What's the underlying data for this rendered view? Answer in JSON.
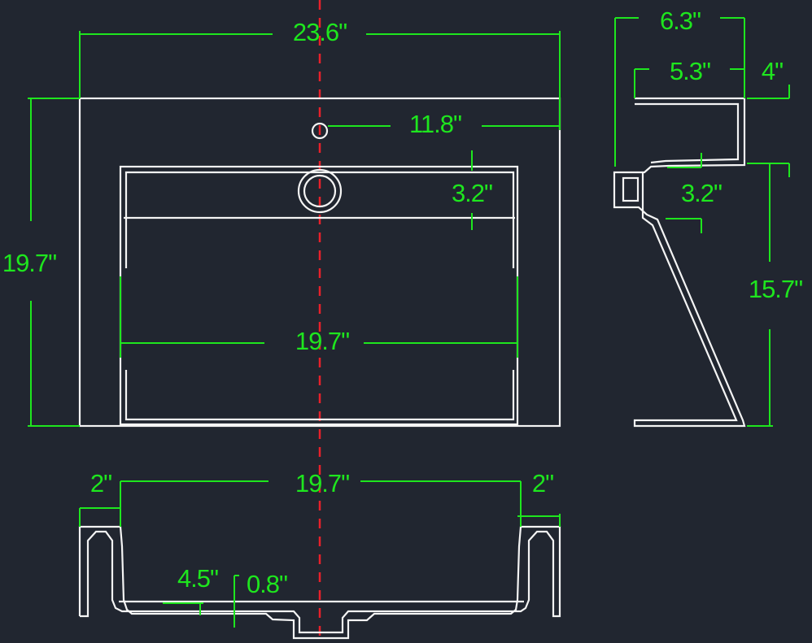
{
  "colors": {
    "background": "#212630",
    "outline": "#f4f4f4",
    "dimension": "#1ee61e",
    "centerline": "#e8202a"
  },
  "front_view": {
    "overall_width": "23.6\"",
    "overall_height": "19.7\"",
    "faucet_hole_offset": "11.8\"",
    "basin_top_depth": "3.2\"",
    "basin_width": "19.7\""
  },
  "side_view": {
    "overall_depth": "6.3\"",
    "top_depth": "5.3\"",
    "top_thickness": "4\"",
    "bracket_height": "3.2\"",
    "leg_height": "15.7\""
  },
  "bottom_view": {
    "left_wall": "2\"",
    "basin_width": "19.7\"",
    "right_wall": "2\"",
    "floor_height": "4.5\"",
    "floor_thickness": "0.8\""
  }
}
